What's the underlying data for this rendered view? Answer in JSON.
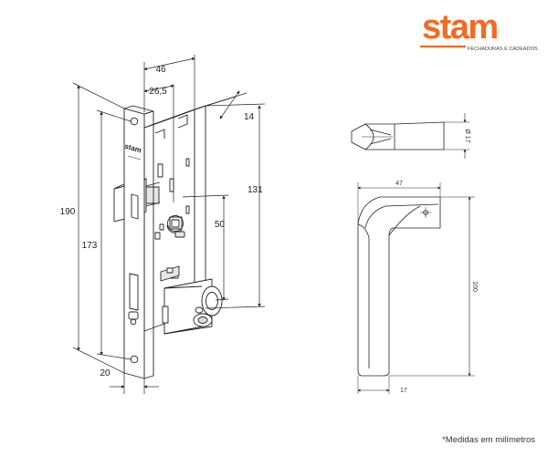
{
  "brand": {
    "name": "stam",
    "tagline": "FECHADURAS E CADEADOS",
    "color": "#f26b21"
  },
  "lock": {
    "engraving_brand": "stam",
    "dimensions": {
      "width_total": "46",
      "backset": "26,5",
      "depth": "14",
      "body_height": "131",
      "faceplate_height": "190",
      "inner_height": "173",
      "center_distance": "50",
      "faceplate_width": "20"
    }
  },
  "handle": {
    "dimensions": {
      "diameter": "Ø 17",
      "width": "47",
      "height": "100",
      "thickness": "17"
    }
  },
  "footnote": "*Medidas em milímetros"
}
